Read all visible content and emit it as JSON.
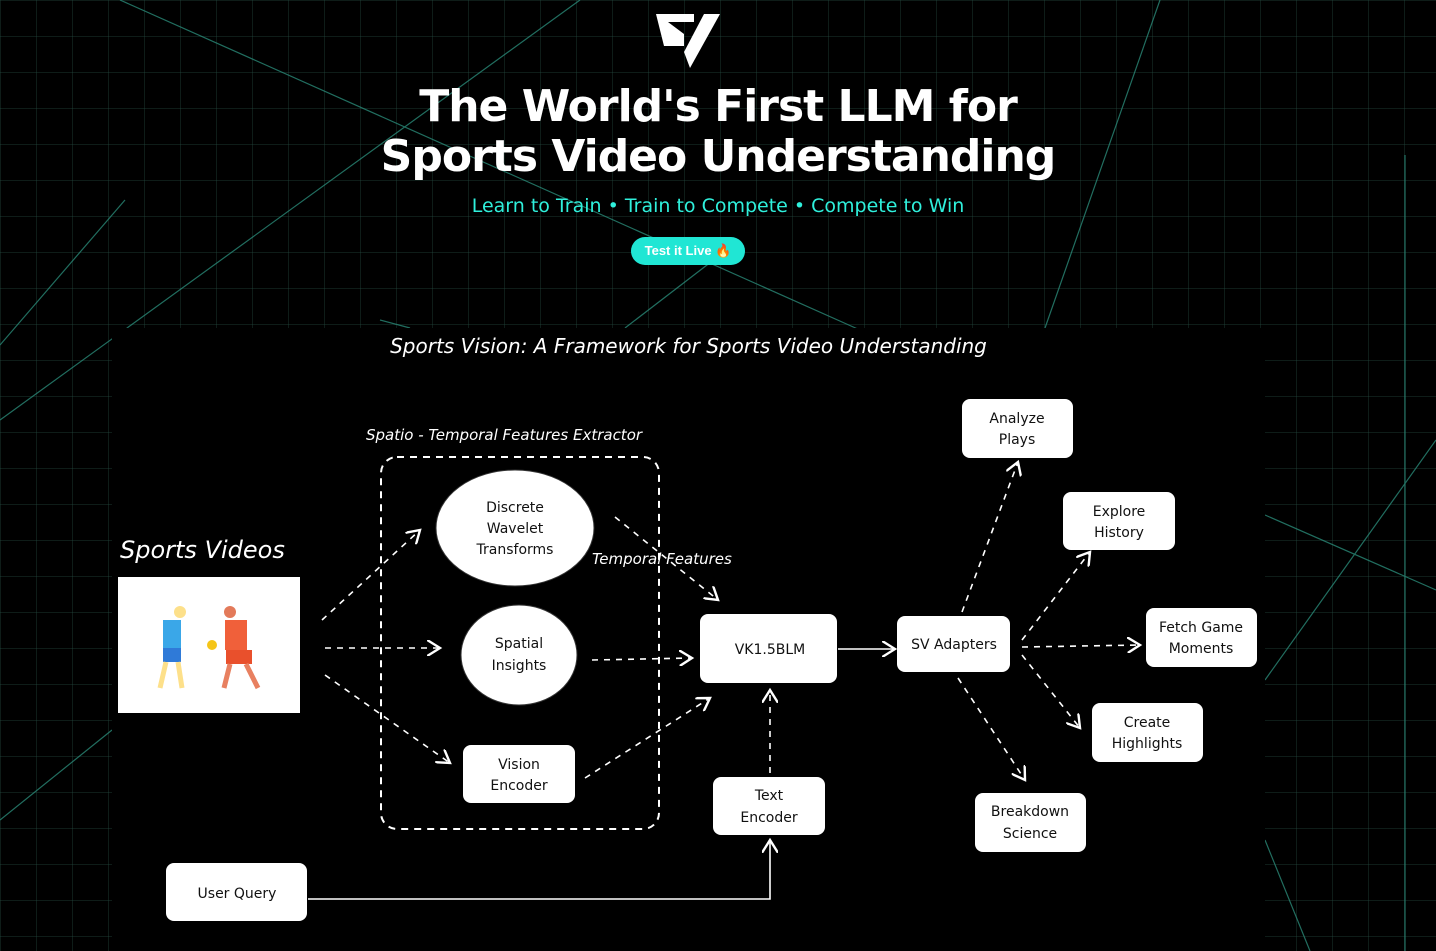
{
  "hero": {
    "title_line1": "The World's First LLM for",
    "title_line2": "Sports Video Understanding",
    "tagline": "Learn to Train • Train to Compete • Compete to Win",
    "cta_label": "Test it Live 🔥"
  },
  "diagram": {
    "title": "Sports Vision: A Framework for Sports Video Understanding",
    "extractor_label": "Spatio - Temporal Features Extractor",
    "sports_videos_label": "Sports Videos",
    "temporal_label": "Temporal Features",
    "nodes": {
      "dwt": [
        "Discrete",
        "Wavelet",
        "Transforms"
      ],
      "spatial": [
        "Spatial",
        "Insights"
      ],
      "vision": [
        "Vision",
        "Encoder"
      ],
      "llm": "VK1.5BLM",
      "text_encoder": [
        "Text",
        "Encoder"
      ],
      "user_query": "User Query",
      "adapters": "SV Adapters",
      "analyze": [
        "Analyze",
        "Plays"
      ],
      "explore": [
        "Explore",
        "History"
      ],
      "fetch": [
        "Fetch Game",
        "Moments"
      ],
      "create": [
        "Create",
        "Highlights"
      ],
      "breakdown": [
        "Breakdown",
        "Science"
      ]
    }
  },
  "colors": {
    "accent": "#20e6d4",
    "bg": "#000000"
  }
}
